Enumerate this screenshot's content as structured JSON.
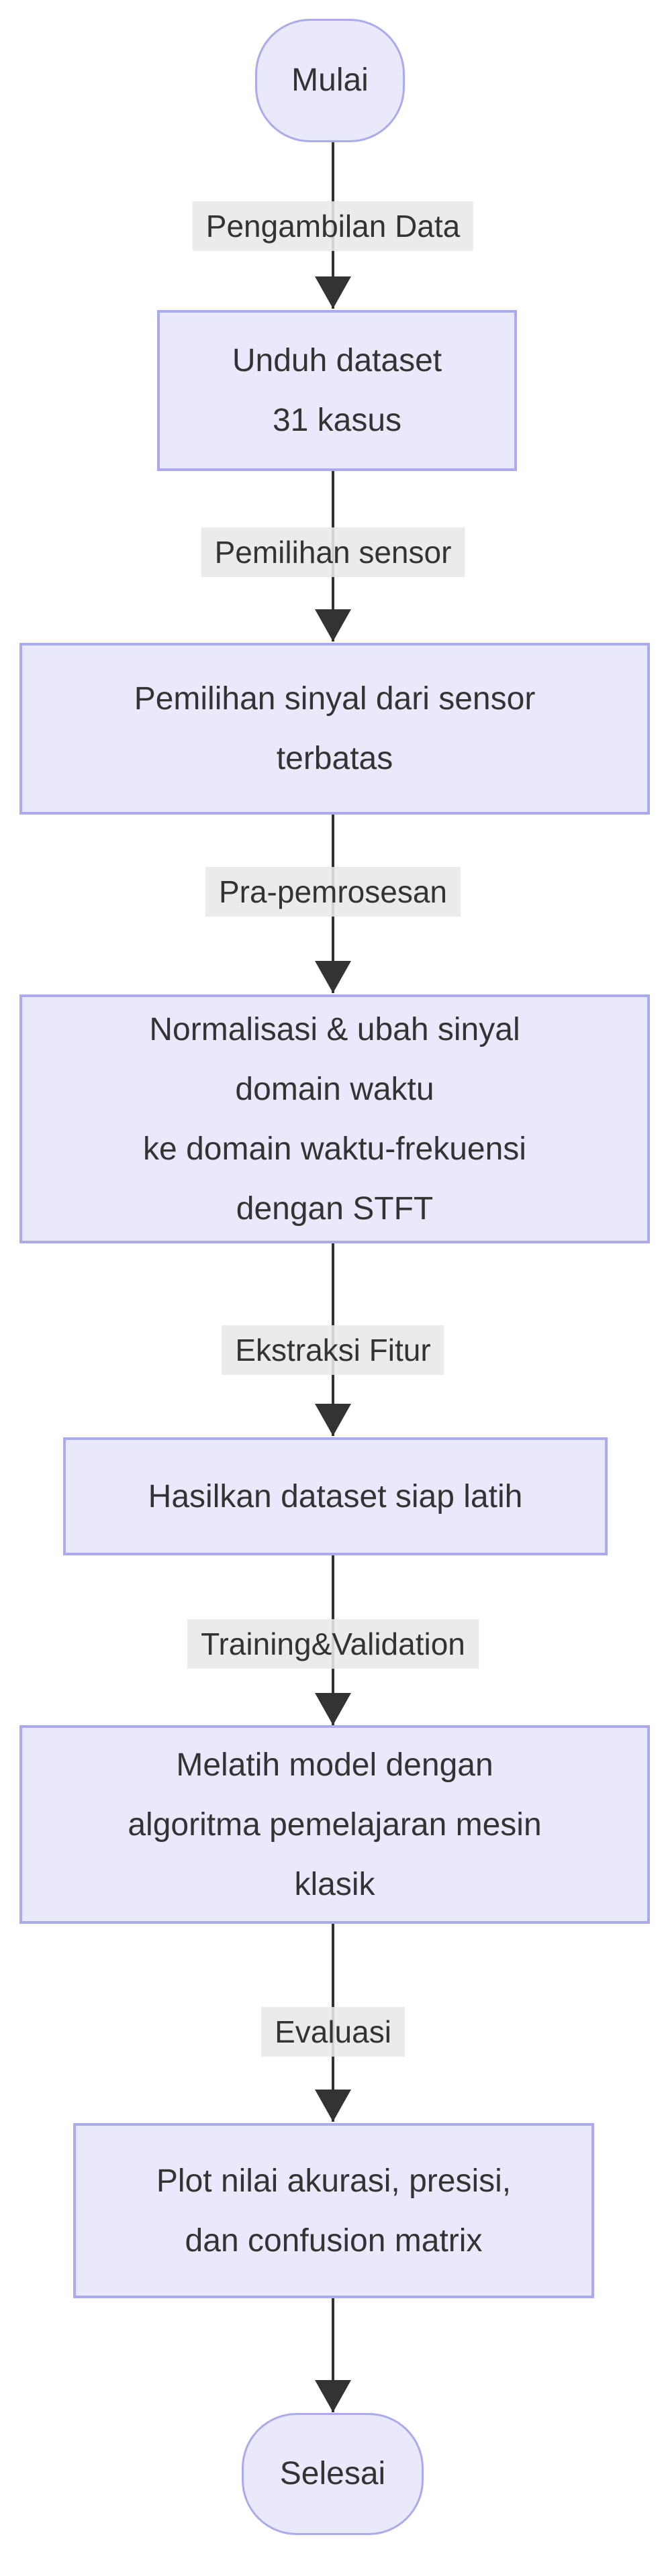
{
  "diagram": {
    "type": "flowchart-top-down",
    "colors": {
      "node_fill": "#e9e9fb",
      "node_border": "#aaaaec",
      "edge_color": "#333333",
      "edge_label_bg": "#e8e8e8",
      "text_color": "#333333",
      "background": "#ffffff"
    },
    "start_node": {
      "label": "Mulai"
    },
    "end_node": {
      "label": "Selesai"
    },
    "edge_labels": {
      "e1": "Pengambilan Data",
      "e2": "Pemilihan sensor",
      "e3": "Pra-pemrosesan",
      "e4": "Ekstraksi Fitur",
      "e5": "Training&Validation",
      "e6": "Evaluasi"
    },
    "process_nodes": {
      "n1": {
        "lines": [
          "Unduh dataset",
          "31 kasus"
        ]
      },
      "n2": {
        "lines": [
          "Pemilihan sinyal dari sensor",
          "terbatas"
        ]
      },
      "n3": {
        "lines": [
          "Normalisasi & ubah sinyal",
          "domain waktu",
          "ke domain waktu-frekuensi",
          "dengan STFT"
        ]
      },
      "n4": {
        "lines": [
          "Hasilkan dataset siap latih"
        ]
      },
      "n5": {
        "lines": [
          "Melatih model dengan",
          "algoritma pemelajaran mesin",
          "klasik"
        ]
      },
      "n6": {
        "lines": [
          "Plot nilai akurasi, presisi,",
          "dan confusion matrix"
        ]
      }
    }
  }
}
